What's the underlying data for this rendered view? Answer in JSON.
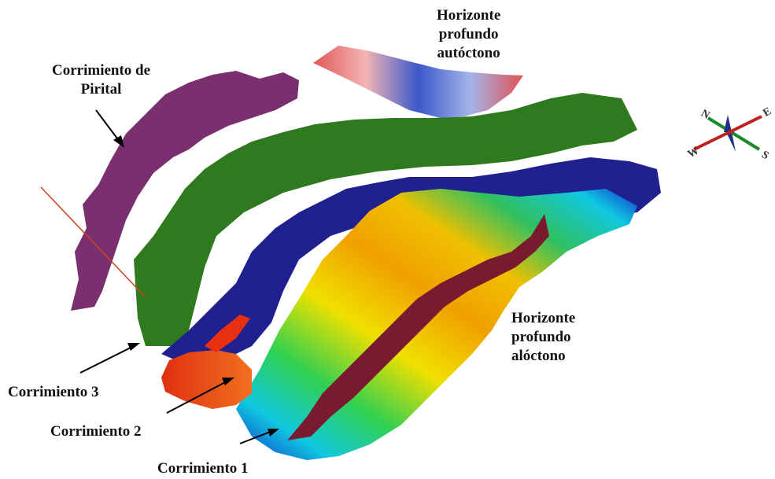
{
  "labels": {
    "autoctono": [
      "Horizonte",
      "profundo",
      "autóctono"
    ],
    "pirital": [
      "Corrimiento de",
      "Pirital"
    ],
    "aloctono": [
      "Horizonte",
      "profundo",
      "alóctono"
    ],
    "corrimiento3": "Corrimiento 3",
    "corrimiento2": "Corrimiento 2",
    "corrimiento1": "Corrimiento 1"
  },
  "compass": {
    "north": "N",
    "east": "E",
    "west": "W",
    "south": "S"
  },
  "colors": {
    "pirital_surface": "#7a2f6e",
    "thrust3_surface": "#2f7a1f",
    "thrust2_surface": "#20208f",
    "thrust1_surface": "#7a1a2e",
    "horizon_low": "#0b3cc8",
    "horizon_mid": "#ffe000",
    "horizon_high": "#e2300a"
  }
}
